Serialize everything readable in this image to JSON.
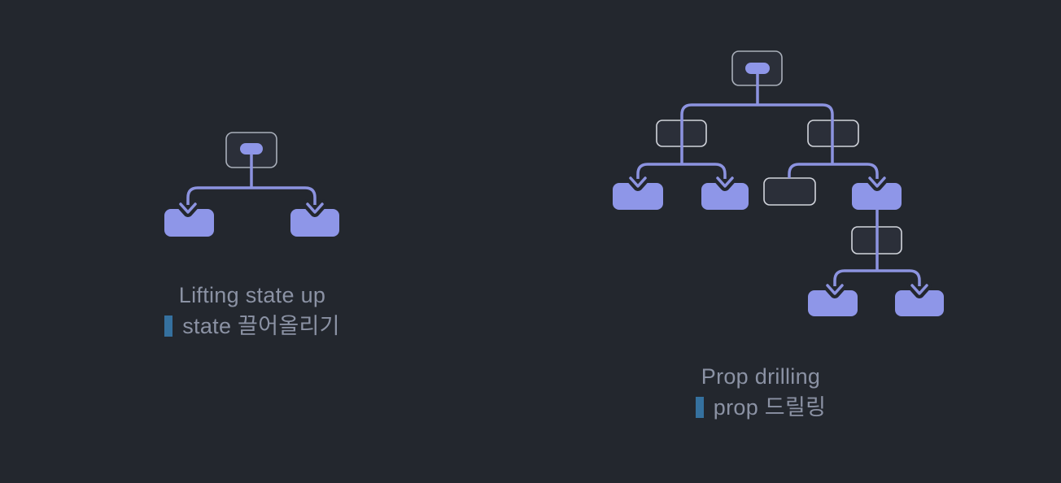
{
  "colors": {
    "background": "#23272e",
    "purple": "#8c93e0",
    "purple_fill": "#8e96e8",
    "dark_box_fill": "#2b2f39",
    "dark_box_border": "#d2d5dc",
    "root_box_border": "#aab0bb",
    "caption_text": "#8b92a4",
    "korean_marker_bar": "#35719f"
  },
  "left_diagram": {
    "title": "Lifting state up",
    "subtitle": "state 끌어올리기",
    "levels": [
      [
        "state-holder-with-pill"
      ],
      [
        "consumer-arrow",
        "consumer-arrow"
      ]
    ]
  },
  "right_diagram": {
    "title": "Prop drilling",
    "subtitle": "prop 드릴링",
    "levels": [
      [
        "state-holder-with-pill"
      ],
      [
        "passthrough-line",
        "passthrough-line"
      ],
      [
        "consumer-arrow",
        "consumer-arrow",
        "plain-no-prop",
        "consumer-arrow"
      ],
      [
        "passthrough-line"
      ],
      [
        "consumer-arrow",
        "consumer-arrow"
      ]
    ]
  }
}
